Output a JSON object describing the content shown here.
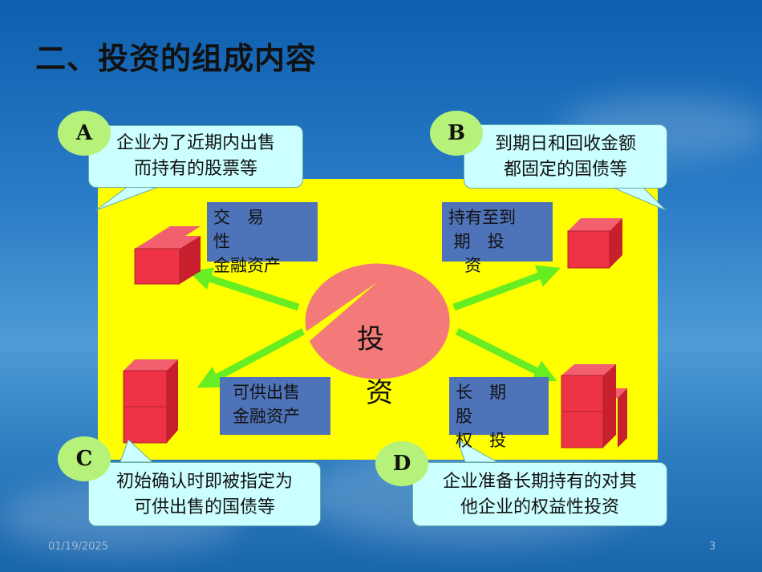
{
  "title": "二、投资的组成内容",
  "center": {
    "line1": "投",
    "line2": "资"
  },
  "quadrants": {
    "a": {
      "letter": "A",
      "callout_line1": "企业为了近期内出售",
      "callout_line2": "而持有的股票等",
      "box_text": "交　易\n性\n金融资产"
    },
    "b": {
      "letter": "B",
      "callout_line1": "到期日和回收金额",
      "callout_line2": "都固定的国债等",
      "box_text": "持有至到\n 期　投\n   资"
    },
    "c": {
      "letter": "C",
      "callout_line1": "初始确认时即被指定为",
      "callout_line2": "可供出售的国债等",
      "box_text": "可供出售\n金融资产"
    },
    "d": {
      "letter": "D",
      "callout_line1": "企业准备长期持有的对其",
      "callout_line2": "他企业的权益性投资",
      "box_text": "长　期\n股\n权　投"
    }
  },
  "footer": {
    "date": "01/19/2025",
    "page": "3"
  },
  "colors": {
    "yellow": "#ffff00",
    "callout": "#ccffff",
    "label_circle": "#b6f27a",
    "box": "#4f73b8",
    "pie": "#f47a7a",
    "arrow": "#66ee22",
    "cube": "#ee3344"
  }
}
